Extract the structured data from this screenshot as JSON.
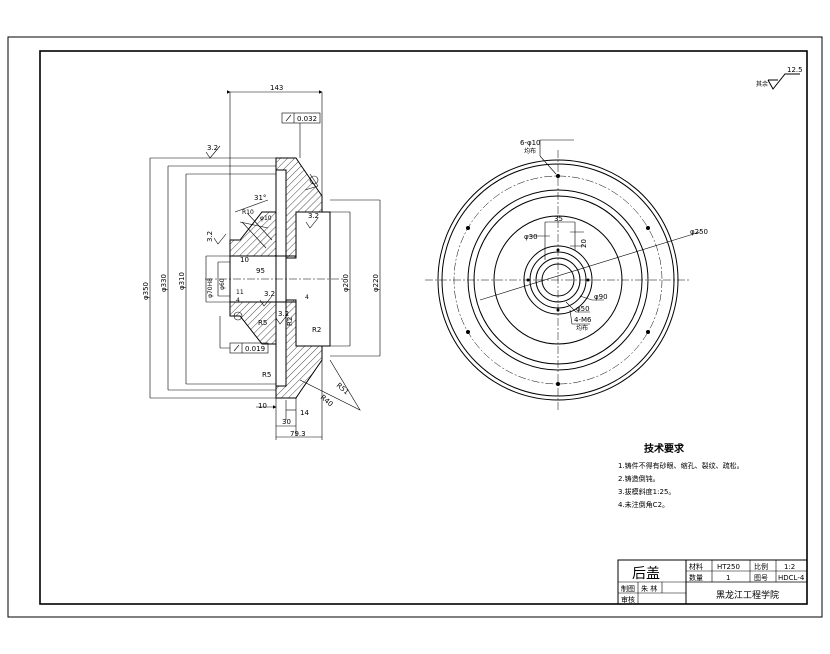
{
  "roughness": {
    "label": "其余",
    "value": "12.5"
  },
  "section_view": {
    "dims": {
      "top_length": "143",
      "flatness_top": "0.032",
      "flatness_bottom": "0.019",
      "rough_a": "3.2",
      "rough_b": "3.2",
      "rough_c": "3.2",
      "rough_d": "3.2",
      "rough_e": "3.2",
      "angle": "31°",
      "r_small": "R10",
      "d_small": "φ10",
      "bore_len": "10",
      "bore_w": "95",
      "d_left": "φ70H8",
      "d_left2": "φ60",
      "small_h": "11",
      "small_h2": "4",
      "dim_4": "4",
      "r5_a": "R5",
      "r5_b": "R5",
      "r2_a": "R2",
      "r2_b": "R2",
      "d350": "φ350",
      "d330": "φ330",
      "d310": "φ310",
      "d200": "φ200",
      "d220": "φ220",
      "r51": "R51",
      "r40": "R40",
      "bot_10": "10",
      "bot_14": "14",
      "bot_30": "30",
      "bot_79": "79.3"
    }
  },
  "front_view": {
    "holes": "6-φ10",
    "holes_note": "均布",
    "d30": "φ30",
    "dim_35": "35",
    "dim_20": "20",
    "d250": "φ250",
    "d90": "φ90",
    "d50": "φ50",
    "m6": "4-M6",
    "m6_note": "均布"
  },
  "tech_req": {
    "title": "技术要求",
    "items": [
      "1.铸件不得有砂眼、缩孔、裂纹、疏松。",
      "2.铸造倒钝。",
      "3.拔模斜度1:25。",
      "4.未注倒角C2。"
    ]
  },
  "title_block": {
    "part_name": "后盖",
    "material_label": "材料",
    "material": "HT250",
    "scale_label": "比例",
    "scale": "1:2",
    "qty_label": "数量",
    "qty": "1",
    "dwg_label": "图号",
    "dwg_no": "HDCL-4",
    "drawn_label": "制图",
    "drawn_by": "朱 林",
    "check_label": "审核",
    "school": "黑龙江工程学院"
  }
}
